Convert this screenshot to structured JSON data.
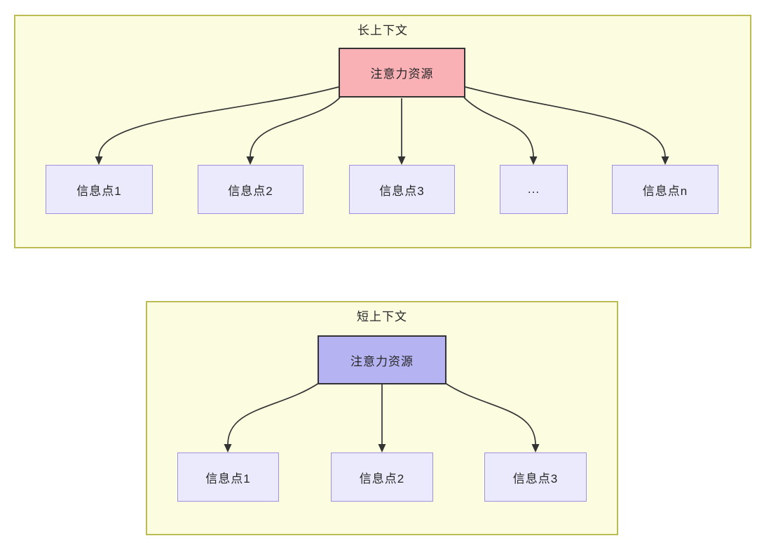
{
  "diagram": {
    "long_context": {
      "title": "长上下文",
      "hub_label": "注意力资源",
      "nodes": [
        "信息点1",
        "信息点2",
        "信息点3",
        "...",
        "信息点n"
      ]
    },
    "short_context": {
      "title": "短上下文",
      "hub_label": "注意力资源",
      "nodes": [
        "信息点1",
        "信息点2",
        "信息点3"
      ]
    },
    "colors": {
      "container_fill": "#fcfce0",
      "container_border": "#bcbc55",
      "long_hub_fill": "#f9b1b6",
      "short_hub_fill": "#b5b3f2",
      "hub_border": "#333333",
      "node_fill": "#eaeafc",
      "node_border": "#a18fe2",
      "edge_color": "#333333",
      "text_color": "#262626"
    }
  }
}
